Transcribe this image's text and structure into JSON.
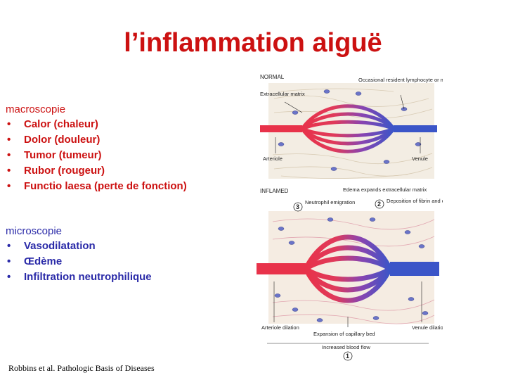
{
  "title": "l’inflammation aiguë",
  "macroscopie": {
    "heading": "macroscopie",
    "items": [
      "Calor (chaleur)",
      "Dolor (douleur)",
      "Tumor (tumeur)",
      "Rubor (rougeur)",
      "Functio laesa (perte de fonction)"
    ]
  },
  "microscopie": {
    "heading": "microscopie",
    "items": [
      "Vasodilatation",
      "Œdème",
      "Infiltration neutrophilique"
    ]
  },
  "credit": "Robbins et al. Pathologic Basis of Diseases",
  "diagram": {
    "normal": {
      "panel_label": "NORMAL",
      "extracellular_matrix": "Extracellular matrix",
      "resident_cells": "Occasional resident lymphocyte or macrophage",
      "arteriole": "Arteriole",
      "venule": "Venule"
    },
    "inflamed": {
      "panel_label": "INFLAMED",
      "edema": "Edema expands extracellular matrix",
      "neutrophil": "Neutrophil emigration",
      "fibrin": "Deposition of fibrin and other plasma proteins",
      "arteriole_dilation": "Arteriole dilation",
      "capillary_expansion": "Expansion of capillary bed",
      "venule_dilation": "Venule dilation",
      "blood_flow": "Increased blood flow",
      "step1": "1",
      "step2": "2",
      "step3": "3"
    }
  },
  "colors": {
    "title": "#cc1111",
    "macro": "#cc1111",
    "micro": "#2a2aa8",
    "arterial": "#e8324a",
    "venous": "#3b55c8"
  }
}
